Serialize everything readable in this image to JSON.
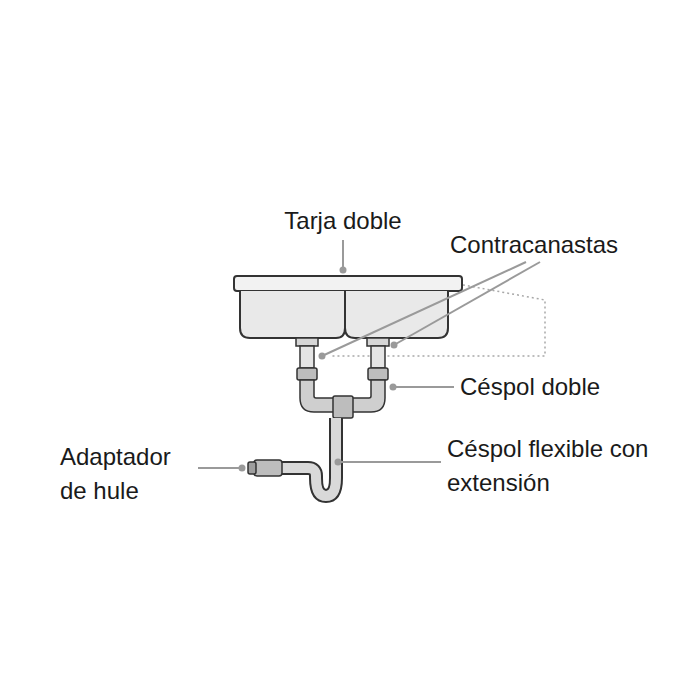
{
  "diagram": {
    "labels": [
      "Tarja doble",
      "Contracanastas",
      "Céspol doble",
      "Adaptador de hule",
      "Céspol flexible con extensión"
    ]
  }
}
